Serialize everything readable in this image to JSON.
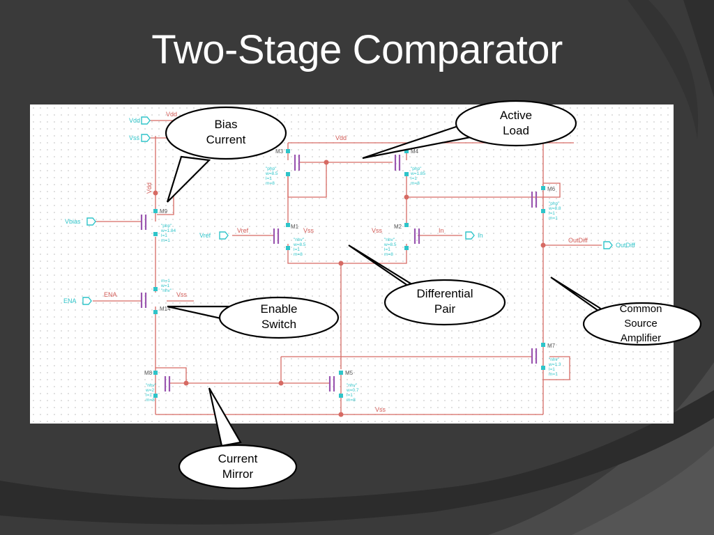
{
  "slide": {
    "title": "Two-Stage Comparator"
  },
  "colors": {
    "background": "#3a3a3a",
    "wire": "#d66a63",
    "pin": "#2fc4c9",
    "device": "#9a56b0",
    "label": "#d15a55"
  },
  "callouts": [
    {
      "id": "bias-current",
      "text": "Bias\nCurrent"
    },
    {
      "id": "active-load",
      "text": "Active\nLoad"
    },
    {
      "id": "differential-pair",
      "text": "Differential\nPair"
    },
    {
      "id": "enable-switch",
      "text": "Enable\nSwitch"
    },
    {
      "id": "common-source-amplifier",
      "text": "Common\nSource\nAmplifier"
    },
    {
      "id": "current-mirror",
      "text": "Current\nMirror"
    }
  ],
  "schematic": {
    "pins": {
      "vdd": "Vdd",
      "vss": "Vss",
      "vbias": "Vbias",
      "vref": "Vref",
      "in": "In",
      "ena": "ENA",
      "outdiff": "OutDiff"
    },
    "net_labels": {
      "vdd_top": "Vdd",
      "vdd_rail": "Vdd",
      "vdd_m9": "Vdd",
      "vref": "Vref",
      "vss_m1": "Vss",
      "vss_m2": "Vss",
      "in": "In",
      "ena": "ENA",
      "vss_m14": "Vss",
      "outdiff": "OutDiff",
      "vss_bottom": "Vss"
    },
    "transistors": [
      {
        "name": "M3",
        "params": [
          "\"php\"",
          "w=8.5",
          "l=1",
          "m=8"
        ]
      },
      {
        "name": "M4",
        "params": [
          "\"php\"",
          "w=1.85",
          "l=1",
          "m=8"
        ]
      },
      {
        "name": "M9",
        "params": [
          "\"php\"",
          "w=1.84",
          "l=1",
          "m=1"
        ]
      },
      {
        "name": "M1",
        "params": [
          "\"nhv\"",
          "w=8.5",
          "l=1",
          "m=8"
        ]
      },
      {
        "name": "M2",
        "params": [
          "\"nhv\"",
          "w=8.5",
          "l=1",
          "m=8"
        ]
      },
      {
        "name": "M6",
        "params": [
          "\"php\"",
          "w=8.8",
          "l=1",
          "m=1"
        ]
      },
      {
        "name": "M14",
        "params": [
          "m=1",
          "w=1",
          "\"nhv\""
        ]
      },
      {
        "name": "M7",
        "params": [
          "\"nhv\"",
          "w=1.3",
          "l=1",
          "m=1"
        ]
      },
      {
        "name": "M8",
        "params": [
          "\"nhv\"",
          "w=2",
          "l=1",
          "m=8"
        ]
      },
      {
        "name": "M5",
        "params": [
          "\"nhv\"",
          "w=0.7",
          "l=1",
          "m=8"
        ]
      }
    ]
  }
}
